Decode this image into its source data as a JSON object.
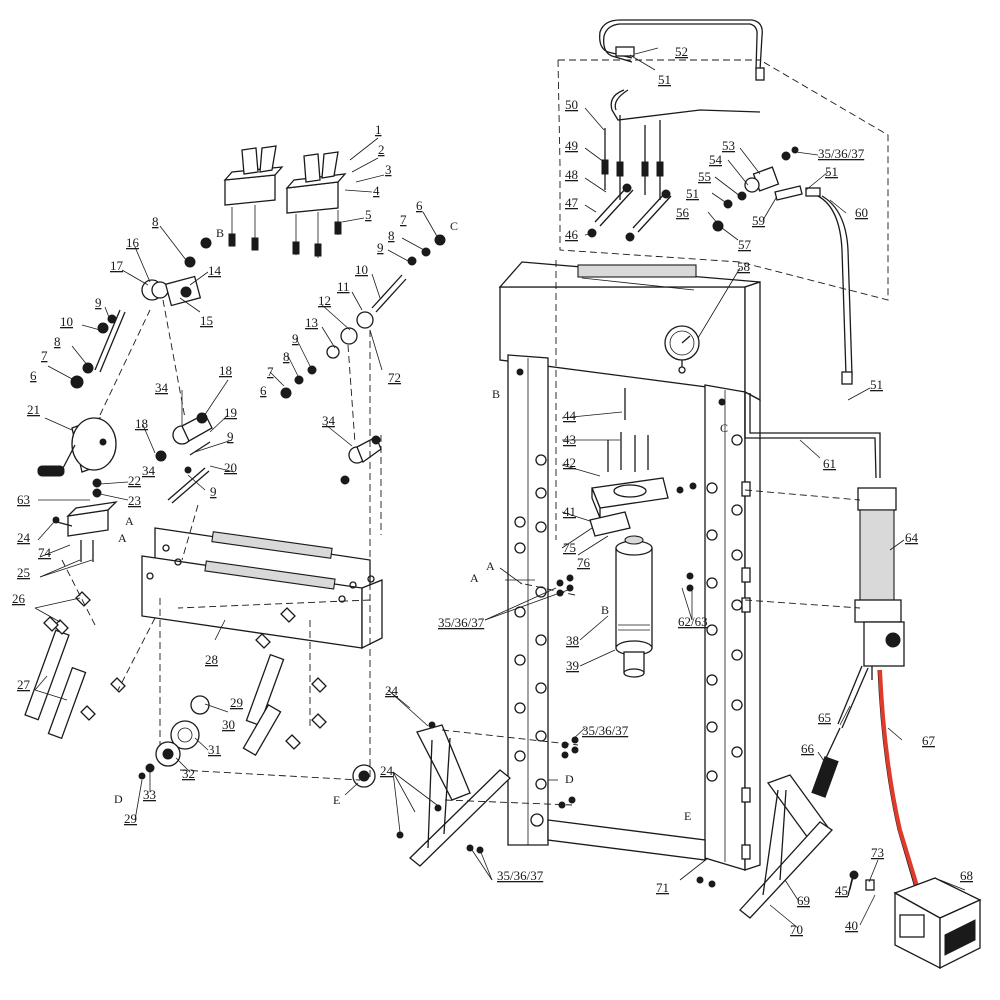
{
  "diagram": {
    "labels": {
      "p1": "1",
      "p2": "2",
      "p3": "3",
      "p4": "4",
      "p5": "5",
      "p6a": "6",
      "p6b": "6",
      "p6c": "6",
      "p7a": "7",
      "p7b": "7",
      "p7c": "7",
      "p8a": "8",
      "p8b": "8",
      "p8c": "8",
      "p8d": "8",
      "p9a": "9",
      "p9b": "9",
      "p9c": "9",
      "p9d": "9",
      "p9e": "9",
      "p10a": "10",
      "p10b": "10",
      "p11": "11",
      "p12": "12",
      "p13": "13",
      "p14": "14",
      "p15": "15",
      "p16": "16",
      "p17": "17",
      "p18a": "18",
      "p18b": "18",
      "p19": "19",
      "p20": "20",
      "p21": "21",
      "p22": "22",
      "p23": "23",
      "p24a": "24",
      "p24b": "24",
      "p24c": "24",
      "p25": "25",
      "p26": "26",
      "p27": "27",
      "p28": "28",
      "p29a": "29",
      "p29b": "29",
      "p30": "30",
      "p31": "31",
      "p32": "32",
      "p33": "33",
      "p34a": "34",
      "p34b": "34",
      "p34c": "34",
      "p353637a": "35/36/37",
      "p353637b": "35/36/37",
      "p353637c": "35/36/37",
      "p353637d": "35/36/37",
      "p38": "38",
      "p39": "39",
      "p40": "40",
      "p41": "41",
      "p42": "42",
      "p43": "43",
      "p44": "44",
      "p45": "45",
      "p46": "46",
      "p47": "47",
      "p48": "48",
      "p49": "49",
      "p50": "50",
      "p51a": "51",
      "p51b": "51",
      "p51c": "51",
      "p51d": "51",
      "p52": "52",
      "p53": "53",
      "p54": "54",
      "p55": "55",
      "p56": "56",
      "p57": "57",
      "p58": "58",
      "p59": "59",
      "p60": "60",
      "p61": "61",
      "p6263": "62/63",
      "p63": "63",
      "p64": "64",
      "p65": "65",
      "p66": "66",
      "p67": "67",
      "p68": "68",
      "p69": "69",
      "p70": "70",
      "p71": "71",
      "p72": "72",
      "p73": "73",
      "p74": "74",
      "p75": "75",
      "p76": "76"
    },
    "refs": {
      "A1": "A",
      "A2": "A",
      "A3": "A",
      "A4": "A",
      "B1": "B",
      "B2": "B",
      "B3": "B",
      "C1": "C",
      "C2": "C",
      "D1": "D",
      "D2": "D",
      "E1": "E",
      "E2": "E"
    }
  }
}
